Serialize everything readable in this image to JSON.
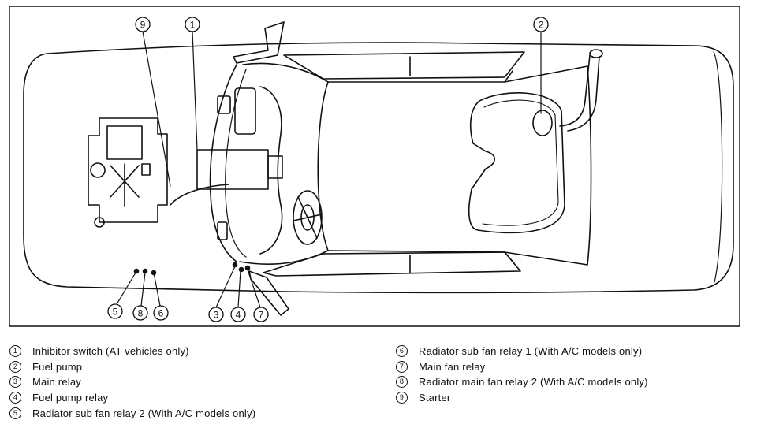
{
  "callouts": [
    {
      "num": "1",
      "label": "Inhibitor switch (AT vehicles only)"
    },
    {
      "num": "2",
      "label": "Fuel pump"
    },
    {
      "num": "3",
      "label": "Main relay"
    },
    {
      "num": "4",
      "label": "Fuel pump relay"
    },
    {
      "num": "5",
      "label": "Radiator sub fan relay 2 (With A/C models only)"
    },
    {
      "num": "6",
      "label": "Radiator sub fan relay 1 (With A/C models only)"
    },
    {
      "num": "7",
      "label": "Main fan relay"
    },
    {
      "num": "8",
      "label": "Radiator main fan relay 2 (With A/C models only)"
    },
    {
      "num": "9",
      "label": "Starter"
    }
  ],
  "colors": {
    "line": "#111111",
    "background": "#ffffff"
  }
}
